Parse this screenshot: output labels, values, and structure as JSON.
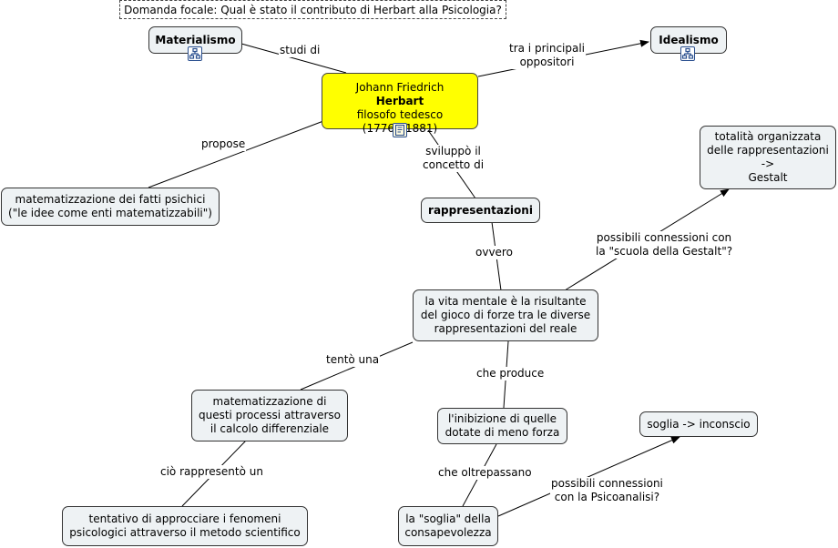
{
  "focal_question": "Domanda focale: Qual è stato il contributo di Herbart alla Psicologia?",
  "nodes": {
    "materialismo": "Materialismo",
    "idealismo": "Idealismo",
    "herbart_prefix": "Johann Friedrich",
    "herbart_name": "Herbart",
    "herbart_rest": "filosofo tedesco\n(1776 - 1881)",
    "matematizzazione": "matematizzazione dei fatti psichici\n(\"le idee come enti matematizzabili\")",
    "rappresentazioni": "rappresentazioni",
    "gestalt": "totalità organizzata\ndelle rappresentazioni\n->\nGestalt",
    "vita_mentale": "la vita mentale è la risultante\ndel gioco di forze tra le diverse\nrappresentazioni del reale",
    "calcolo": "matematizzazione di\nquesti processi attraverso\nil calcolo differenziale",
    "inibizione": "l'inibizione di quelle\ndotate di meno forza",
    "soglia_inconscio": "soglia -> inconscio",
    "tentativo": "tentativo di approcciare i fenomeni\npsicologici attraverso il metodo scientifico",
    "soglia_consapevolezza": "la \"soglia\" della\nconsapevolezza"
  },
  "links": {
    "studi_di": "studi di",
    "oppositori": "tra i principali\noppositori",
    "propose": "propose",
    "sviluppo": "sviluppò il\nconcetto di",
    "ovvero": "ovvero",
    "connessioni_gestalt": "possibili connessioni con\nla \"scuola della Gestalt\"?",
    "tento_una": "tentò una",
    "che_produce": "che produce",
    "rappresento": "ciò rappresentò un",
    "oltrepassano": "che oltrepassano",
    "connessioni_psicoanalisi": "possibili connessioni\ncon la Psicoanalisi?"
  },
  "icons": {
    "materialismo": "concept-map-icon",
    "idealismo": "concept-map-icon",
    "herbart": "document-icon"
  }
}
